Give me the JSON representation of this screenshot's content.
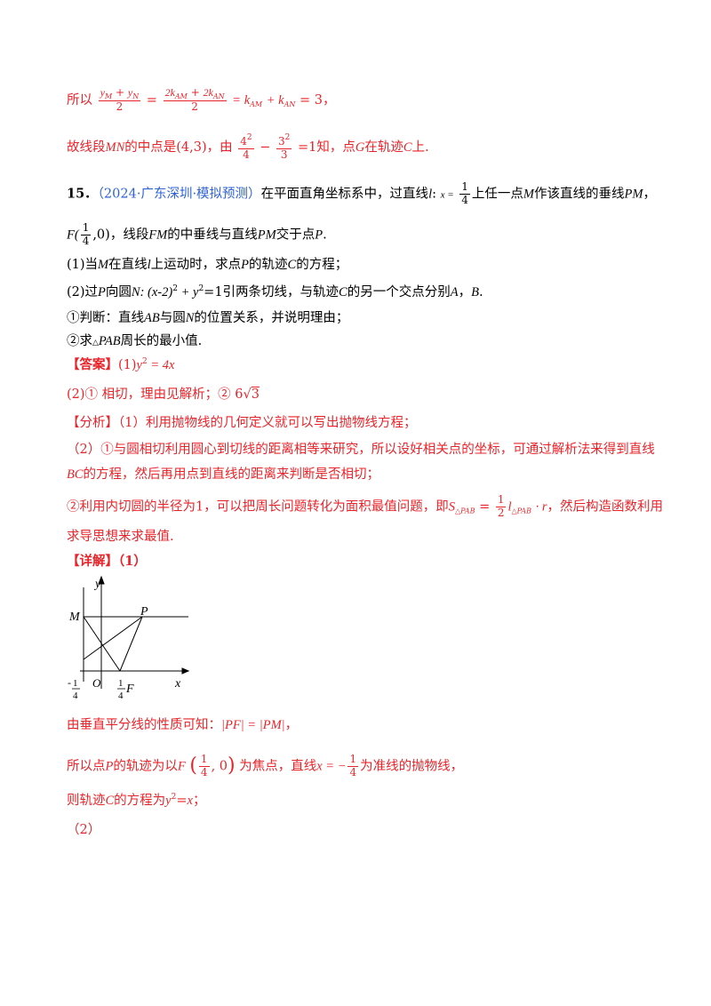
{
  "l1": {
    "a": "所以",
    "b": "y",
    "c": "M",
    "d": "+",
    "e": "y",
    "f": "N",
    "g": "2",
    "h": "=",
    "i": "2k",
    "j": "AM",
    "k": "+",
    "l": "2k",
    "m": "AN",
    "n": "2",
    "o": "= k",
    "p": "AM",
    "q": "+ k",
    "r": "AN",
    "s": "= 3",
    "t": "，"
  },
  "l2": {
    "a": "故线段",
    "b": "MN",
    "c": "的中点是",
    "d": "(4,3)",
    "e": "，由",
    "f": "4",
    "g": "2",
    "h": "4",
    "i": "−",
    "j": "3",
    "k": "2",
    "l": "3",
    "m": "=1",
    "n": "知，点",
    "o": "G",
    "p": "在轨迹",
    "q": "C",
    "r": "上."
  },
  "q15": {
    "num": "15．",
    "source": "（2024·广东深圳·模拟预测）",
    "a": "在平面直角坐标系中，过直线",
    "b": "l",
    "c": ":",
    "d": "x =",
    "e": "1",
    "f": "4",
    "g": "上任一点",
    "h": "M",
    "i": "作该直线的垂线",
    "j": "PM",
    "k": "，"
  },
  "q15b": {
    "a": "F(",
    "b": "1",
    "c": "4",
    "d": ",0)",
    "e": "，线段",
    "f": "FM",
    "g": "的中垂线与直线",
    "h": "PM",
    "i": "交于点",
    "j": "P",
    "k": "."
  },
  "q1": {
    "a": "(1)当",
    "b": "M",
    "c": "在直线",
    "d": "l",
    "e": "上运动时，求点",
    "f": "P",
    "g": "的轨迹",
    "h": "C",
    "i": "的方程；"
  },
  "q2": {
    "a": "(2)过",
    "b": "P",
    "c": "向圆",
    "d": "N",
    "e": ":  (x-2)",
    "f": "2",
    "g": " + y",
    "h": "2",
    "i": "=1引两条切线，与轨迹",
    "j": "C",
    "k": "的另一个交点分别",
    "l": "A",
    "m": "，",
    "n": "B",
    "o": "."
  },
  "q2a": {
    "a": "①判断：直线",
    "b": "AB",
    "c": "与圆",
    "d": "N",
    "e": "的位置关系，并说明理由；"
  },
  "q2b": {
    "a": "②求",
    "b": "△",
    "c": "PAB",
    "d": "周长的最小值."
  },
  "ans1": {
    "a": "【答案】",
    "b": "(1)",
    "c": "y",
    "d": "2",
    "e": " = 4x"
  },
  "ans2": {
    "a": "(2)① 相切，理由见解析；② 6",
    "b": "√",
    "c": "3"
  },
  "ana1": {
    "a": "【分析】（1）利用抛物线的几何定义就可以写出抛物线方程；"
  },
  "ana2": {
    "a": "（2）①与圆相切利用圆心到切线的距离相等来研究，所以设好相关点的坐标，可通过解析法来得到直线"
  },
  "ana3": {
    "a": "BC",
    "b": "的方程，然后再用点到直线的距离来判断是否相切；"
  },
  "ana4": {
    "a": "②利用内切圆的半径为1，可以把周长问题转化为面积最值问题，即",
    "b": "S",
    "c": "△PAB",
    "d": "=",
    "e": "1",
    "f": "2",
    "g": "l",
    "h": "△PAB",
    "i": "· r",
    "j": "，然后构造函数利用"
  },
  "ana5": {
    "a": "求导思想来求最值."
  },
  "detail": {
    "a": "【详解】（1）"
  },
  "fig": {
    "y": "y",
    "M": "M",
    "P": "P",
    "O": "O",
    "x": "x",
    "n1": "1",
    "d1": "4",
    "minus": "-",
    "n2": "1",
    "d2": "4",
    "F": "F"
  },
  "s1": {
    "a": "由垂直平分线的性质可知：",
    "b": "|PF| = |PM|",
    "c": "，"
  },
  "s2": {
    "a": "所以点",
    "b": "P",
    "c": "的轨迹为以",
    "d": "F",
    "e": "1",
    "f": "4",
    "g": ", 0",
    "h": "为焦点，直线",
    "i": "x = −",
    "j": "1",
    "k": "4",
    "l": "为准线的抛物线，"
  },
  "s3": {
    "a": "则轨迹",
    "b": "C",
    "c": "的方程为",
    "d": "y",
    "e": "2",
    "f": "=",
    "g": "x",
    "h": "；"
  },
  "s4": {
    "a": "（2）"
  }
}
